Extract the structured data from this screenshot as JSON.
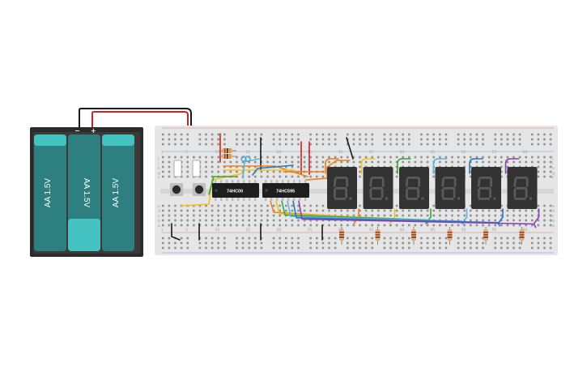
{
  "battery_pack": {
    "cells": [
      {
        "label": "AA 1.5V"
      },
      {
        "label": "AA 1.5V"
      },
      {
        "label": "AA 1.5V"
      }
    ],
    "terminal_minus": "−",
    "terminal_plus": "+"
  },
  "chips": [
    {
      "label": "74HC00"
    },
    {
      "label": "74HC595"
    }
  ],
  "breadboard": {
    "column_numbers": [
      "1",
      "5",
      "10",
      "15",
      "20",
      "25",
      "30",
      "35",
      "40",
      "45",
      "50",
      "55",
      "60"
    ],
    "row_letters_top": [
      "j",
      "i",
      "h",
      "g",
      "f"
    ],
    "row_letters_bottom": [
      "e",
      "d",
      "c",
      "b",
      "a"
    ]
  },
  "displays": {
    "count": 6,
    "wire_colors": [
      "#e8821e",
      "#f2c21c",
      "#3aa53a",
      "#57b7e0",
      "#2478c8",
      "#8a3fb0"
    ]
  },
  "colors": {
    "board": "#e6e6e6",
    "battery_case": "#2b2b2b",
    "battery_cell": "#2d7f80",
    "battery_cell_light": "#45c3c3",
    "wire_red": "#d32020",
    "wire_black": "#1a1a1a",
    "chip": "#1e1e1e",
    "display_body": "#333333",
    "display_segment": "#5a5a5a"
  }
}
